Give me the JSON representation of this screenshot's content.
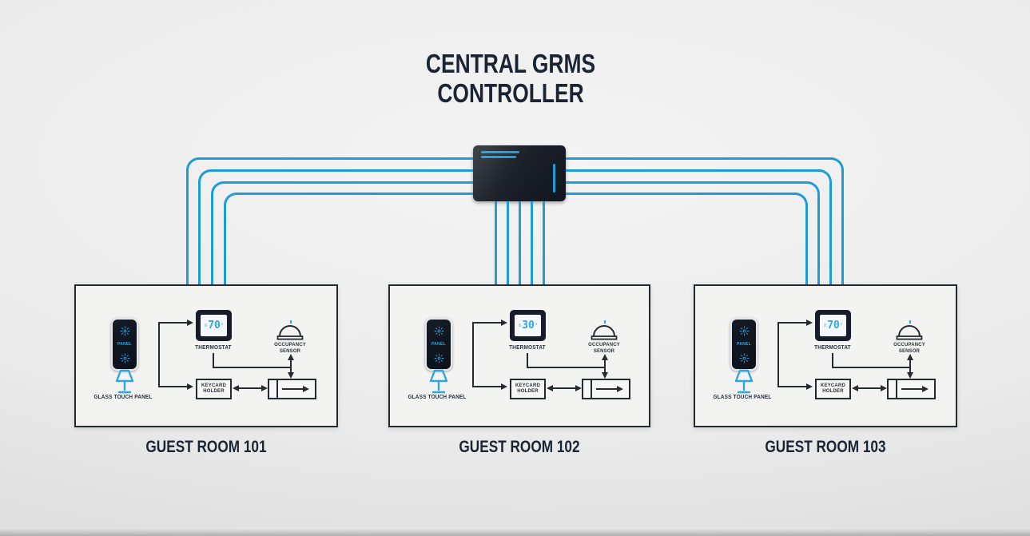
{
  "title": {
    "line1": "CENTRAL GRMS",
    "line2": "CONTROLLER"
  },
  "colors": {
    "accent_blue": "#1d9cd8",
    "dark_navy": "#1b2432",
    "device_dark": "#151b25",
    "background_gray": "#eaeaea"
  },
  "decor": {
    "thermo_left_mark": "≡",
    "thermo_right_mark": "°"
  },
  "rooms": [
    {
      "title": "GUEST ROOM 101",
      "panel_label": "GLASS TOUCH PANEL",
      "panel_screen_text": "PANEL",
      "thermostat_label": "THERMOSTAT",
      "thermostat_reading": "70",
      "occupancy_label_line1": "OCCUPANCY",
      "occupancy_label_line2": "SENSOR",
      "keycard_label_line1": "KEYCARD",
      "keycard_label_line2": "HOLDER"
    },
    {
      "title": "GUEST ROOM 102",
      "panel_label": "GLASS TOUCH PANEL",
      "panel_screen_text": "PANEL",
      "thermostat_label": "THERMOSTAT",
      "thermostat_reading": "30",
      "occupancy_label_line1": "OCCUPANCY",
      "occupancy_label_line2": "SENSOR",
      "keycard_label_line1": "KEYCARD",
      "keycard_label_line2": "HOLDER"
    },
    {
      "title": "GUEST ROOM 103",
      "panel_label": "GLASS TOUCH PANEL",
      "panel_screen_text": "PANEL",
      "thermostat_label": "THERMOSTAT",
      "thermostat_reading": "70",
      "occupancy_label_line1": "OCCUPANCY",
      "occupancy_label_line2": "SENSOR",
      "keycard_label_line1": "KEYCARD",
      "keycard_label_line2": "HOLDER"
    }
  ]
}
